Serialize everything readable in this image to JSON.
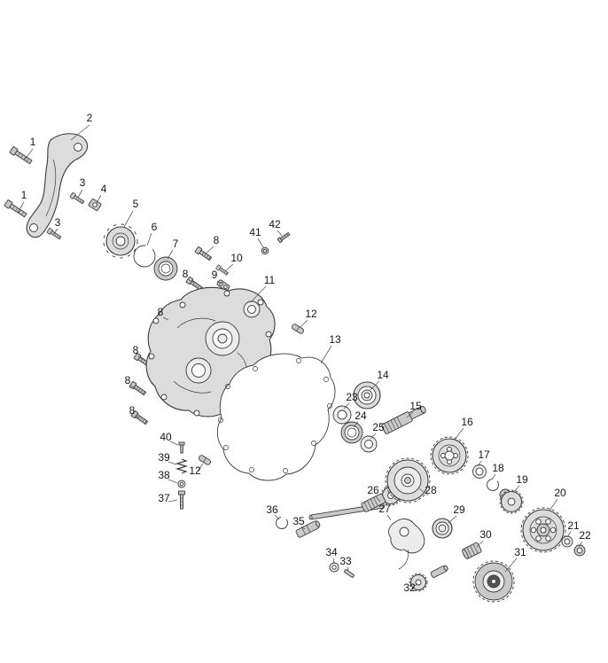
{
  "diagram": {
    "background": "#ffffff",
    "line_color": "#3a3a3a",
    "callouts": [
      {
        "label": "2"
      },
      {
        "label": "1"
      },
      {
        "label": "1"
      },
      {
        "label": "3"
      },
      {
        "label": "4"
      },
      {
        "label": "3"
      },
      {
        "label": "5"
      },
      {
        "label": "6"
      },
      {
        "label": "7"
      },
      {
        "label": "8"
      },
      {
        "label": "41"
      },
      {
        "label": "42"
      },
      {
        "label": "10"
      },
      {
        "label": "9"
      },
      {
        "label": "8"
      },
      {
        "label": "11"
      },
      {
        "label": "12"
      },
      {
        "label": "8"
      },
      {
        "label": "13"
      },
      {
        "label": "8"
      },
      {
        "label": "14"
      },
      {
        "label": "23"
      },
      {
        "label": "24"
      },
      {
        "label": "15"
      },
      {
        "label": "25"
      },
      {
        "label": "16"
      },
      {
        "label": "8"
      },
      {
        "label": "8"
      },
      {
        "label": "17"
      },
      {
        "label": "18"
      },
      {
        "label": "19"
      },
      {
        "label": "20"
      },
      {
        "label": "40"
      },
      {
        "label": "39"
      },
      {
        "label": "38"
      },
      {
        "label": "37"
      },
      {
        "label": "12"
      },
      {
        "label": "26"
      },
      {
        "label": "27"
      },
      {
        "label": "28"
      },
      {
        "label": "29"
      },
      {
        "label": "30"
      },
      {
        "label": "31"
      },
      {
        "label": "21"
      },
      {
        "label": "22"
      },
      {
        "label": "36"
      },
      {
        "label": "35"
      },
      {
        "label": "34"
      },
      {
        "label": "33"
      },
      {
        "label": "32"
      }
    ]
  }
}
